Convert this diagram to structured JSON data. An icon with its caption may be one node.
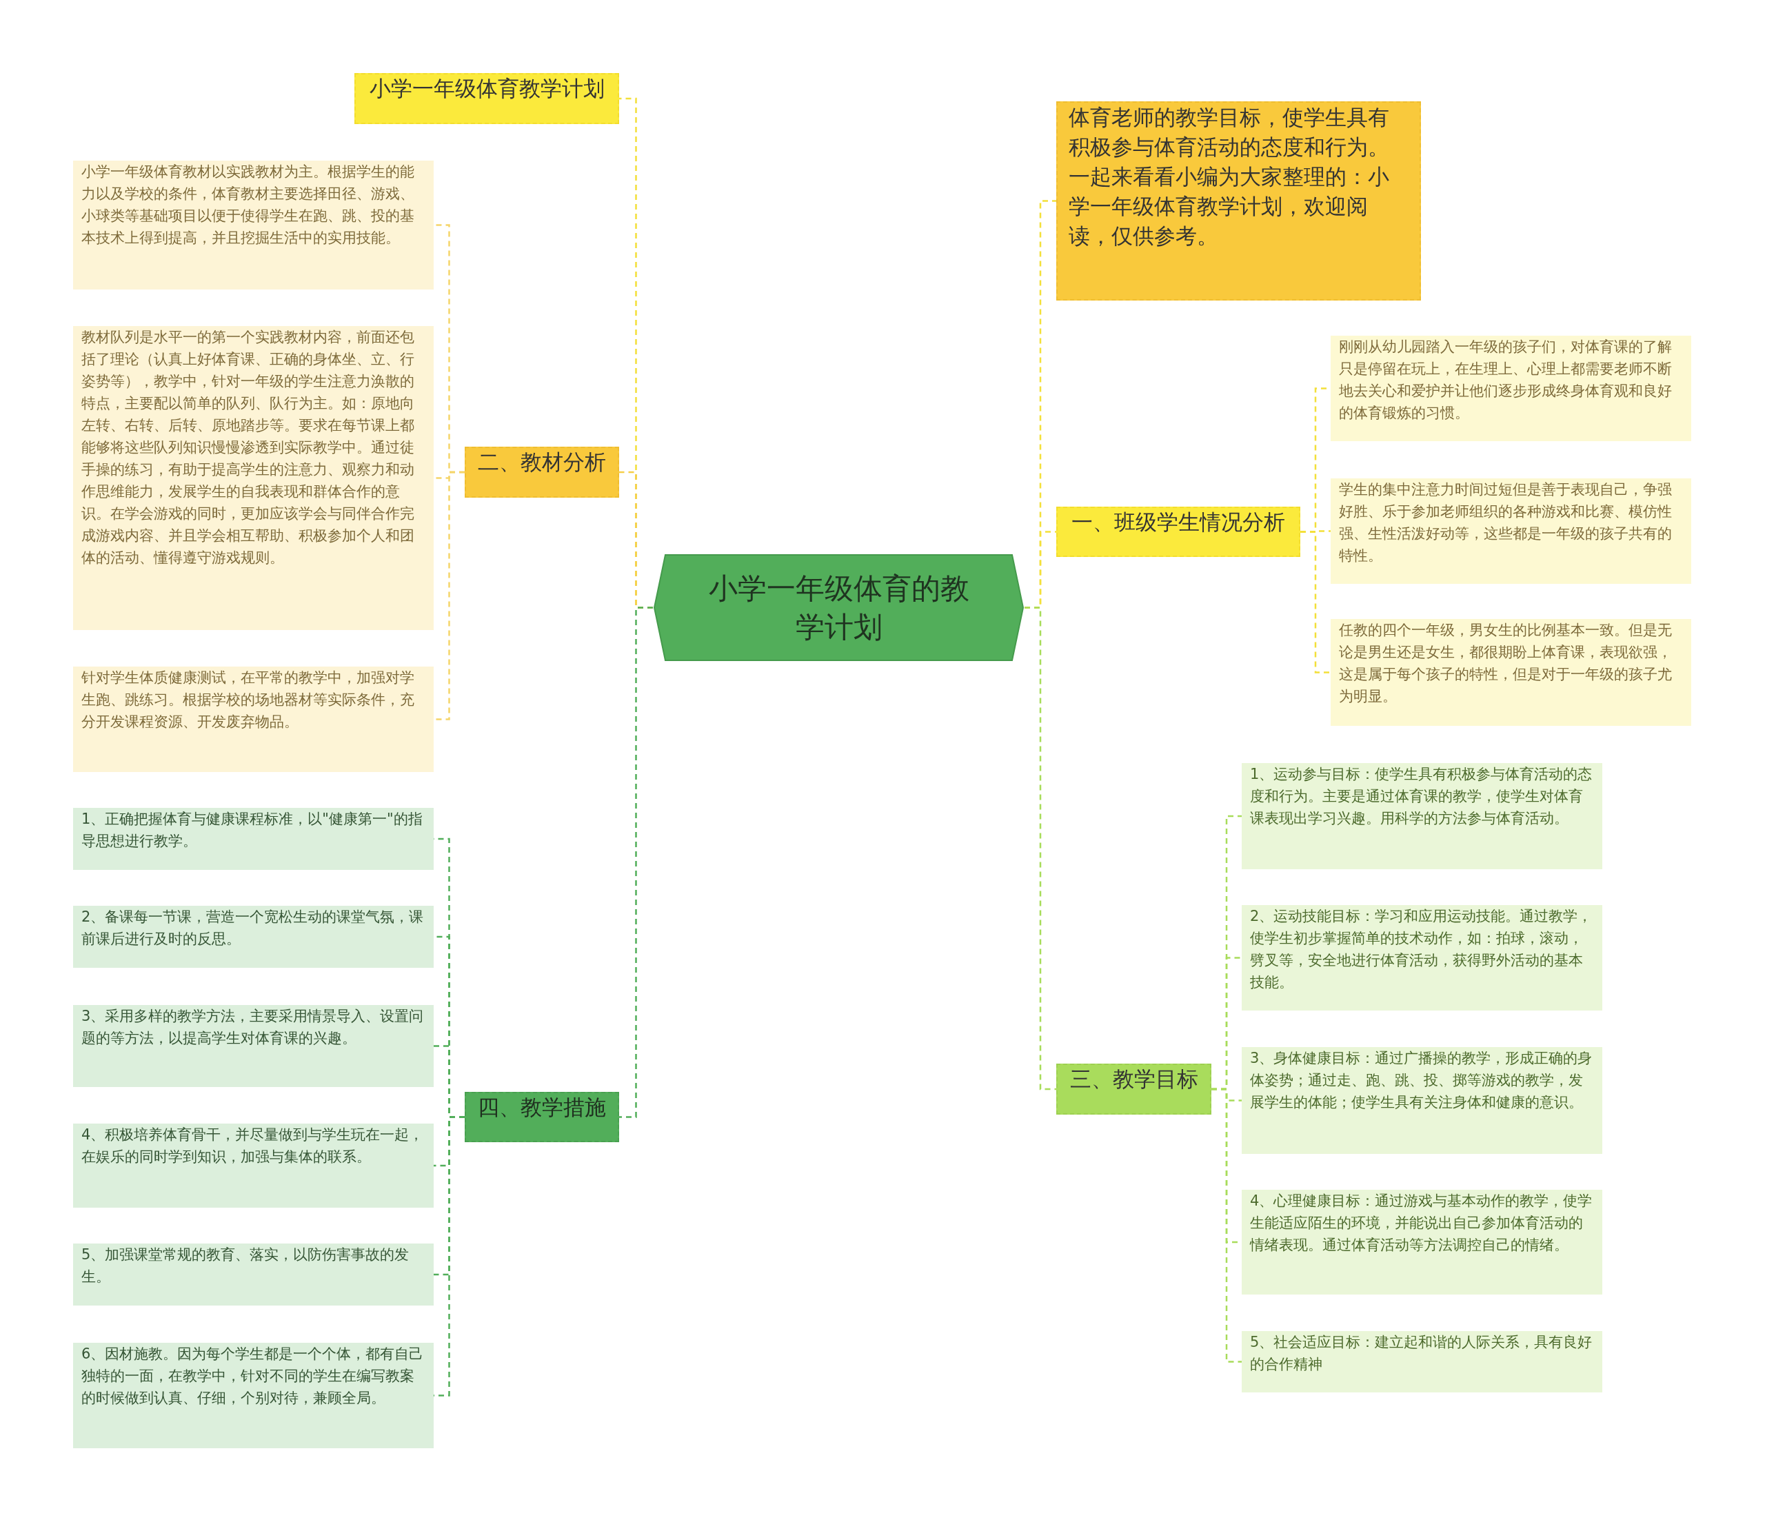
{
  "diagram": {
    "nodes": [
      {
        "text": [
          "小学一年级体育的教学计划"
        ]
      },
      {
        "text": [
          "小学一年级体育教学计划"
        ]
      },
      {
        "text": [
          "二、教材分析"
        ]
      },
      {
        "text": [
          "小学一年级体育教材以实践教材为主。根据学生的能力以及学校的条件，体育教材主要选择田径、游戏、小球类等基础项目以便于使得学生在跑、跳、投的基本技术上得到提高，并且挖掘生活中的实用技能。"
        ]
      },
      {
        "text": [
          "教材队列是水平一的第一个实践教材内容，前面还包括了理论（认真上好体育课、正确的身体坐、立、行姿势等），教学中，针对一年级的学生注意力涣散的特点，主要配以简单的队列、队行为主。如：原地向左转、右转、后转、原地踏步等。要求在每节课上都能够将这些队列知识慢慢渗透到实际教学中。通过徒手操的练习，有助于提高学生的注意力、观察力和动作思维能力，发展学生的自我表现和群体合作的意识。在学会游戏的同时，更加应该学会与同伴合作完成游戏内容、并且学会相互帮助、积极参加个人和团体的活动、懂得遵守游戏规则。"
        ]
      },
      {
        "text": [
          "针对学生体质健康测试，在平常的教学中，加强对学生跑、跳练习。根据学校的场地器材等实际条件，充分开发课程资源、开发废弃物品。"
        ]
      },
      {
        "text": [
          "四、教学措施"
        ]
      },
      {
        "text": [
          "1、正确把握体育与健康课程标准，以\"健康第一\"的指导思想进行教学。"
        ]
      },
      {
        "text": [
          "2、备课每一节课，营造一个宽松生动的课堂气氛，课前课后进行及时的反思。"
        ]
      },
      {
        "text": [
          "3、采用多样的教学方法，主要采用情景导入、设置问题的等方法，以提高学生对体育课的兴趣。"
        ]
      },
      {
        "text": [
          "4、积极培养体育骨干，并尽量做到与学生玩在一起，在娱乐的同时学到知识，加强与集体的联系。"
        ]
      },
      {
        "text": [
          "5、加强课堂常规的教育、落实，以防伤害事故的发生。"
        ]
      },
      {
        "text": [
          "6、因材施教。因为每个学生都是一个个体，都有自己独特的一面，在教学中，针对不同的学生在编写教案的时候做到认真、仔细，个别对待，兼顾全局。"
        ]
      },
      {
        "text": [
          "体育老师的教学目标，使学生具有积极参与体育活动的态度和行为。一起来看看小编为大家整理的：小学一年级体育教学计划，欢迎阅读，仅供参考。"
        ]
      },
      {
        "text": [
          "一、班级学生情况分析"
        ]
      },
      {
        "text": [
          "刚刚从幼儿园踏入一年级的孩子们，对体育课的了解只是停留在玩上，在生理上、心理上都需要老师不断地去关心和爱护并让他们逐步形成终身体育观和良好的体育锻炼的习惯。"
        ]
      },
      {
        "text": [
          "学生的集中注意力时间过短但是善于表现自己，争强好胜、乐于参加老师组织的各种游戏和比赛、模仿性强、生性活泼好动等，这些都是一年级的孩子共有的特性。"
        ]
      },
      {
        "text": [
          "任教的四个一年级，男女生的比例基本一致。但是无论是男生还是女生，都很期盼上体育课，表现欲强，这是属于每个孩子的特性，但是对于一年级的孩子尤为明显。"
        ]
      },
      {
        "text": [
          "三、教学目标"
        ]
      },
      {
        "text": [
          "1、运动参与目标：使学生具有积极参与体育活动的态度和行为。主要是通过体育课的教学，使学生对体育课表现出学习兴趣。用科学的方法参与体育活动。"
        ]
      },
      {
        "text": [
          "2、运动技能目标：学习和应用运动技能。通过教学，使学生初步掌握简单的技术动作，如：拍球，滚动，劈叉等，安全地进行体育活动，获得野外活动的基本技能。"
        ]
      },
      {
        "text": [
          "3、身体健康目标：通过广播操的教学，形成正确的身体姿势；通过走、跑、跳、投、掷等游戏的教学，发展学生的体能；使学生具有关注身体和健康的意识。"
        ]
      },
      {
        "text": [
          "4、心理健康目标：通过游戏与基本动作的教学，使学生能适应陌生的环境，并能说出自己参加体育活动的情绪表现。通过体育活动等方法调控自己的情绪。"
        ]
      },
      {
        "text": [
          "5、社会适应目标：建立起和谐的人际关系，具有良好的合作精神"
        ]
      }
    ],
    "edges": [
      {
        "from": 0,
        "to": 1,
        "arrow": "none",
        "style": "dashed",
        "color": "#f3e03a"
      },
      {
        "from": 0,
        "to": 2,
        "arrow": "none",
        "style": "dashed",
        "color": "#f5cf4a"
      },
      {
        "from": 2,
        "to": 3,
        "arrow": "none",
        "style": "dashed",
        "color": "#f5d56a"
      },
      {
        "from": 2,
        "to": 4,
        "arrow": "none",
        "style": "dashed",
        "color": "#f5d56a"
      },
      {
        "from": 2,
        "to": 5,
        "arrow": "none",
        "style": "dashed",
        "color": "#f5d56a"
      },
      {
        "from": 0,
        "to": 6,
        "arrow": "none",
        "style": "dashed",
        "color": "#52ae5a"
      },
      {
        "from": 6,
        "to": 7,
        "arrow": "none",
        "style": "dashed",
        "color": "#52ae5a"
      },
      {
        "from": 6,
        "to": 8,
        "arrow": "none",
        "style": "dashed",
        "color": "#52ae5a"
      },
      {
        "from": 6,
        "to": 9,
        "arrow": "none",
        "style": "dashed",
        "color": "#52ae5a"
      },
      {
        "from": 6,
        "to": 10,
        "arrow": "none",
        "style": "dashed",
        "color": "#52ae5a"
      },
      {
        "from": 6,
        "to": 11,
        "arrow": "none",
        "style": "dashed",
        "color": "#52ae5a"
      },
      {
        "from": 6,
        "to": 12,
        "arrow": "none",
        "style": "dashed",
        "color": "#52ae5a"
      },
      {
        "from": 0,
        "to": 13,
        "arrow": "none",
        "style": "dashed",
        "color": "#f3e03a"
      },
      {
        "from": 0,
        "to": 14,
        "arrow": "none",
        "style": "dashed",
        "color": "#f3e03a"
      },
      {
        "from": 14,
        "to": 15,
        "arrow": "none",
        "style": "dashed",
        "color": "#f3e03a"
      },
      {
        "from": 14,
        "to": 16,
        "arrow": "none",
        "style": "dashed",
        "color": "#f3e03a"
      },
      {
        "from": 14,
        "to": 17,
        "arrow": "none",
        "style": "dashed",
        "color": "#f3e03a"
      },
      {
        "from": 0,
        "to": 18,
        "arrow": "none",
        "style": "dashed",
        "color": "#a8dc5a"
      },
      {
        "from": 18,
        "to": 19,
        "arrow": "none",
        "style": "dashed",
        "color": "#a8dc5a"
      },
      {
        "from": 18,
        "to": 20,
        "arrow": "none",
        "style": "dashed",
        "color": "#a8dc5a"
      },
      {
        "from": 18,
        "to": 21,
        "arrow": "none",
        "style": "dashed",
        "color": "#a8dc5a"
      },
      {
        "from": 18,
        "to": 22,
        "arrow": "none",
        "style": "dashed",
        "color": "#a8dc5a"
      },
      {
        "from": 18,
        "to": 23,
        "arrow": "none",
        "style": "dashed",
        "color": "#a8dc5a"
      }
    ]
  }
}
